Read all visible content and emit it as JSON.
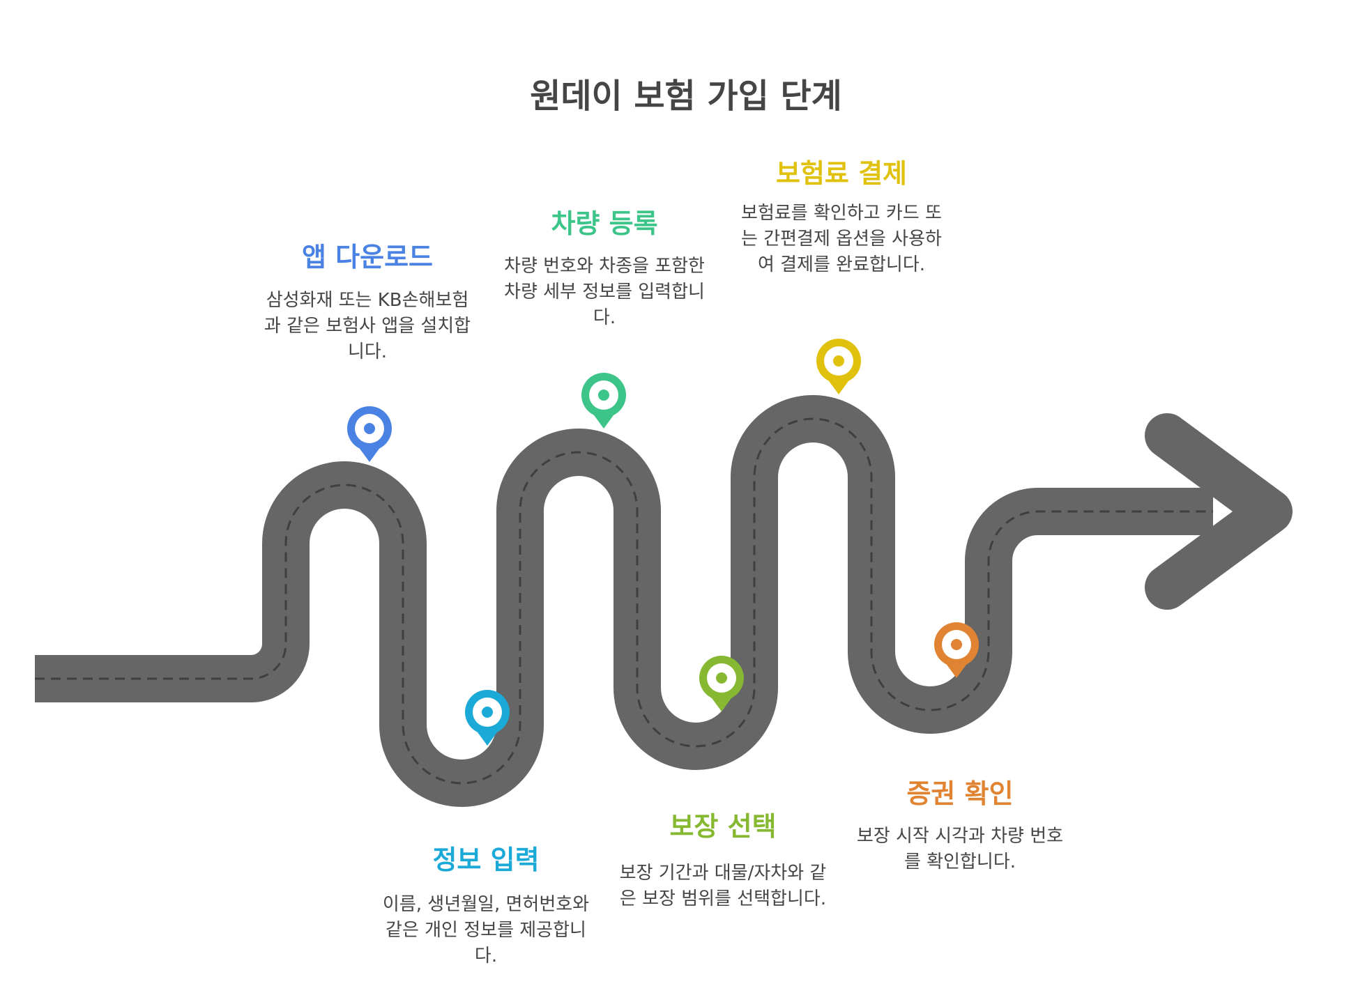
{
  "title": "원데이 보험 가입 단계",
  "steps": [
    {
      "id": "app-download",
      "title": "앱 다운로드",
      "color": "#4a82e4",
      "description": "삼성화재 또는 KB손해보험과 같은 보험사 앱을 설치합니다."
    },
    {
      "id": "info-input",
      "title": "정보 입력",
      "color": "#1ba9d8",
      "description": "이름, 생년월일, 면허번호와 같은 개인 정보를 제공합니다."
    },
    {
      "id": "vehicle-register",
      "title": "차량 등록",
      "color": "#3cc489",
      "description": "차량 번호와 차종을 포함한 차량 세부 정보를 입력합니다."
    },
    {
      "id": "coverage-select",
      "title": "보장 선택",
      "color": "#87b832",
      "description": "보장 기간과 대물/자차와 같은 보장 범위를 선택합니다."
    },
    {
      "id": "premium-payment",
      "title": "보험료 결제",
      "color": "#e0c20e",
      "description": "보험료를 확인하고 카드 또는 간편결제 옵션을 사용하여 결제를 완료합니다."
    },
    {
      "id": "policy-confirm",
      "title": "증권 확인",
      "color": "#e08433",
      "description": "보장 시작 시각과 차량 번호를 확인합니다."
    }
  ],
  "road_color": "#666666",
  "dash_color": "#3f3f3f"
}
